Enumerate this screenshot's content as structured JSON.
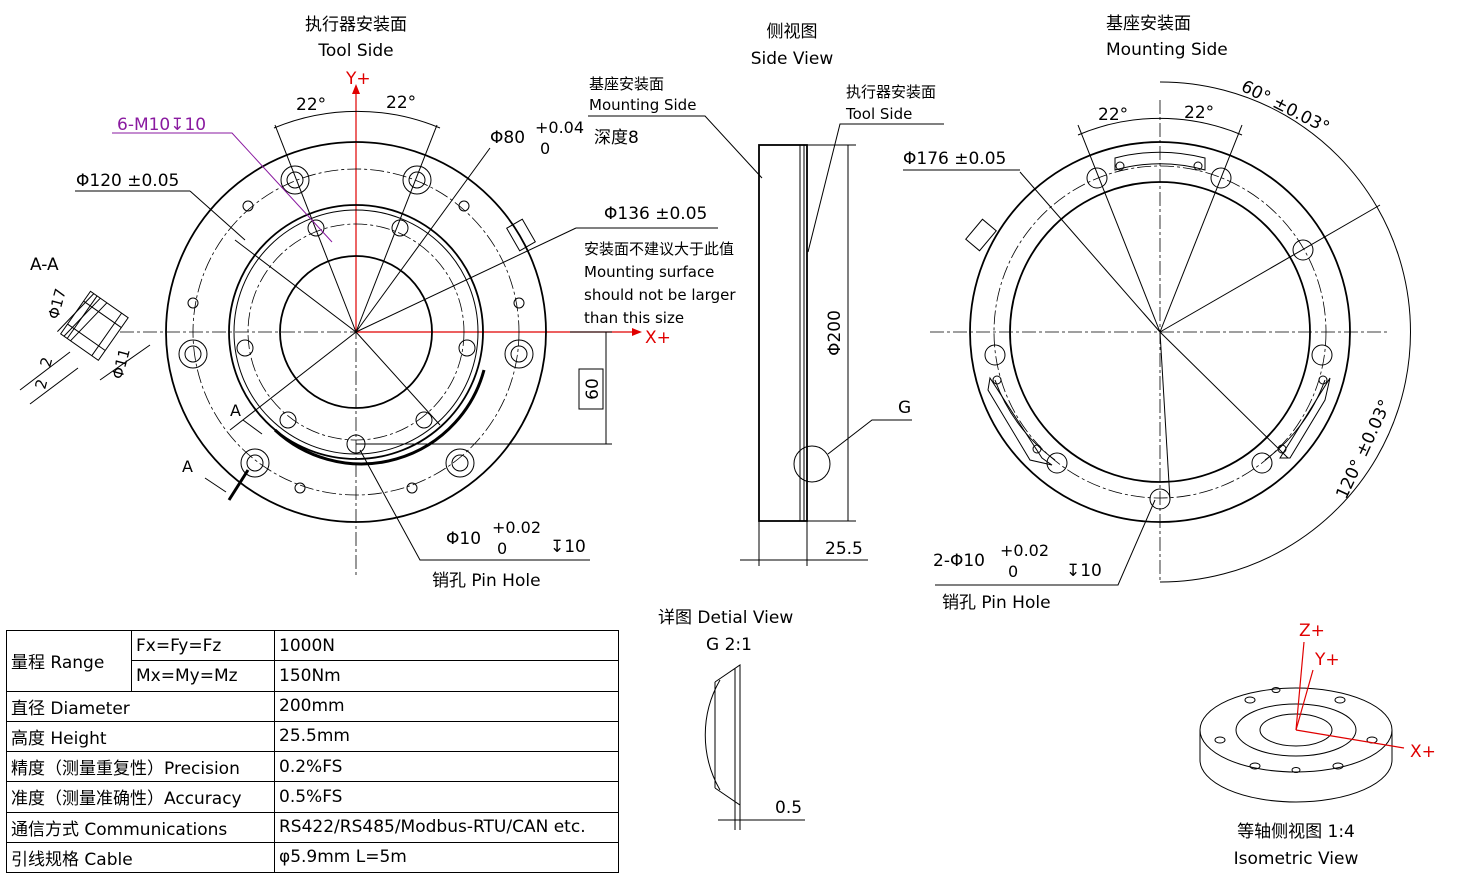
{
  "tool_side": {
    "title_cn": "执行器安装面",
    "title_en": "Tool Side",
    "axis_y": "Y+",
    "axis_x": "X+",
    "angle_left": "22°",
    "angle_right": "22°",
    "thread_callout": "6-M10↧10",
    "dim_phi120": "Φ120 ±0.05",
    "dim_phi80": "Φ80",
    "dim_phi80_upper": "+0.04",
    "dim_phi80_lower": "0",
    "depth": "深度8",
    "dim_phi136": "Φ136 ±0.05",
    "note_cn": "安装面不建议大于此值",
    "note_en_1": "Mounting surface",
    "note_en_2": "should not be larger",
    "note_en_3": "than this size",
    "dim_60": "60",
    "section_mark": "A",
    "pin_dim": "Φ10",
    "pin_upper": "+0.02",
    "pin_lower": "0",
    "pin_depth": "↧10",
    "pin_label": "销孔 Pin Hole"
  },
  "section_aa": {
    "title": "A-A",
    "dim_17": "Φ17",
    "dim_11": "Φ11",
    "dim_2a": "2",
    "dim_2b": "2"
  },
  "side_view": {
    "title_cn": "侧视图",
    "title_en": "Side View",
    "mount_cn": "基座安装面",
    "mount_en": "Mounting Side",
    "tool_cn": "执行器安装面",
    "tool_en": "Tool Side",
    "dim_200": "Φ200",
    "dim_25_5": "25.5",
    "detail_ref": "G"
  },
  "mounting_side": {
    "title_cn": "基座安装面",
    "title_en": "Mounting Side",
    "dim_phi176": "Φ176 ±0.05",
    "angle_left": "22°",
    "angle_right": "22°",
    "angle_60": "60° ±0.03°",
    "angle_120": "120° ±0.03°",
    "pin_dim": "2-Φ10",
    "pin_upper": "+0.02",
    "pin_lower": "0",
    "pin_depth": "↧10",
    "pin_label": "销孔 Pin Hole"
  },
  "detail_view": {
    "title": "详图 Detial View",
    "scale": "G  2:1",
    "dim_0_5": "0.5"
  },
  "isometric": {
    "label_z": "Z+",
    "label_y": "Y+",
    "label_x": "X+",
    "title_cn": "等轴侧视图 1:4",
    "title_en": "Isometric View"
  },
  "specs": {
    "range_label": "量程 Range",
    "rows": [
      {
        "label": "",
        "sub": "Fx=Fy=Fz",
        "value": "1000N"
      },
      {
        "label": "",
        "sub": "Mx=My=Mz",
        "value": "150Nm"
      },
      {
        "label": "直径 Diameter",
        "sub": "",
        "value": "200mm"
      },
      {
        "label": "高度 Height",
        "sub": "",
        "value": "25.5mm"
      },
      {
        "label": "精度（测量重复性）Precision",
        "sub": "",
        "value": "0.2%FS"
      },
      {
        "label": "准度（测量准确性）Accuracy",
        "sub": "",
        "value": "0.5%FS"
      },
      {
        "label": "通信方式 Communications",
        "sub": "",
        "value": "RS422/RS485/Modbus-RTU/CAN etc."
      },
      {
        "label": "引线规格 Cable",
        "sub": "",
        "value": "φ5.9mm L=5m"
      }
    ]
  }
}
